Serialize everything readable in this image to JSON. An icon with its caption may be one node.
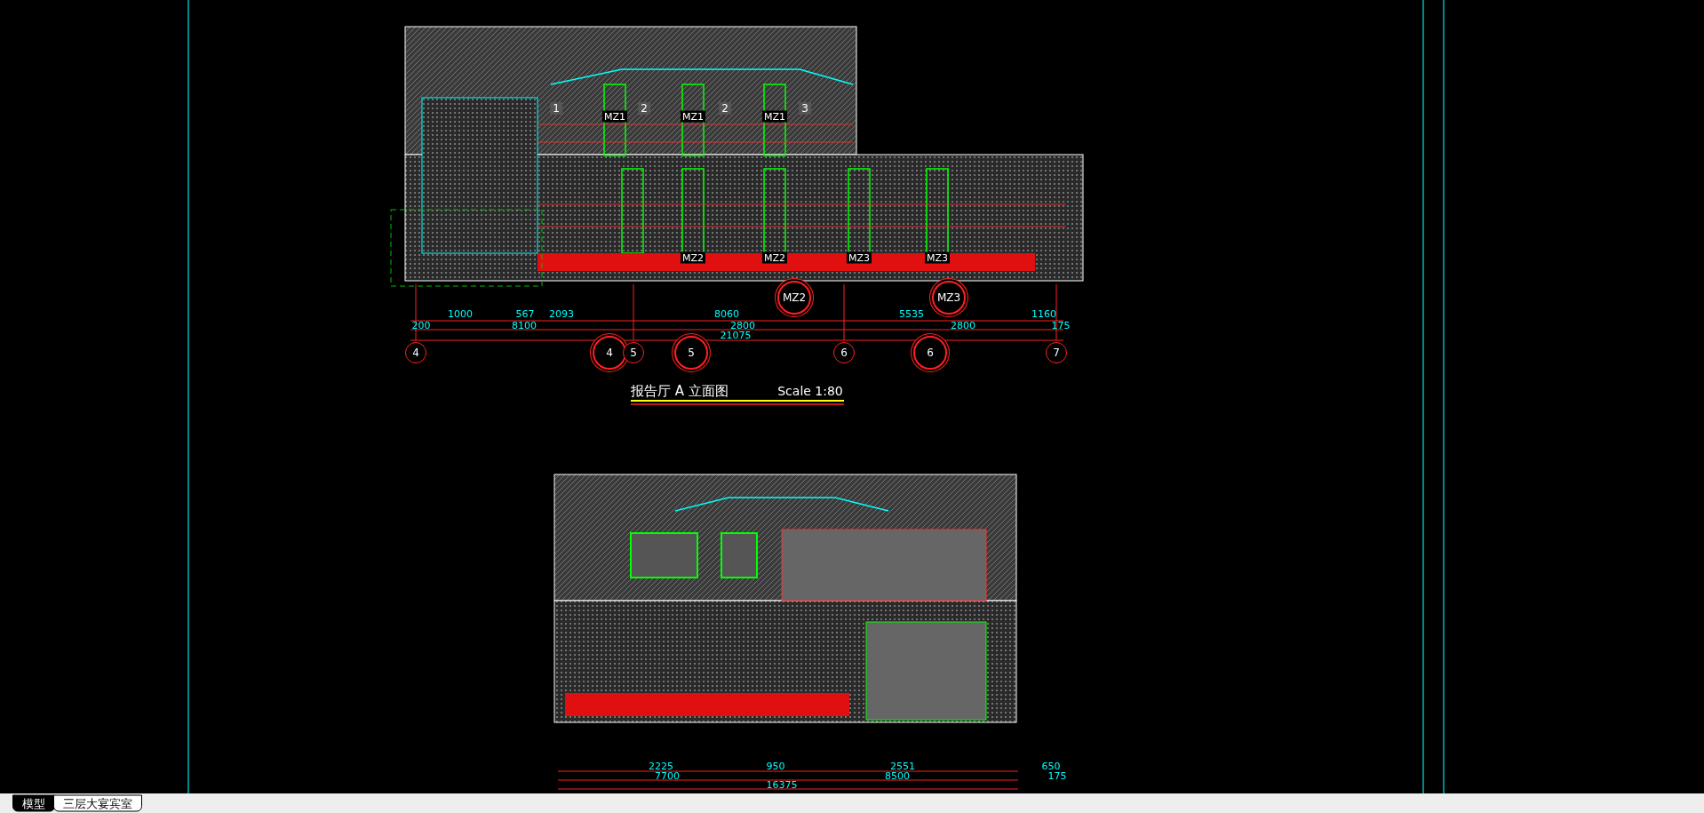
{
  "diagram": {
    "title": "报告厅 A 立面图",
    "labels": [
      "1",
      "2",
      "2",
      "3",
      "MZ1",
      "MZ1",
      "MZ1",
      "MZ2",
      "MZ2",
      "MZ3",
      "MZ3",
      "MZ2",
      "MZ3",
      "1000",
      "567",
      "2093",
      "8060",
      "5535",
      "1160",
      "200",
      "8100",
      "2800",
      "2800",
      "175",
      "21075",
      "4",
      "4",
      "5",
      "5",
      "6",
      "6",
      "7",
      "Scale 1:80",
      "2225",
      "950",
      "2551",
      "650",
      "7700",
      "8500",
      "175",
      "16375",
      "模型",
      "三层大宴宾室"
    ]
  }
}
